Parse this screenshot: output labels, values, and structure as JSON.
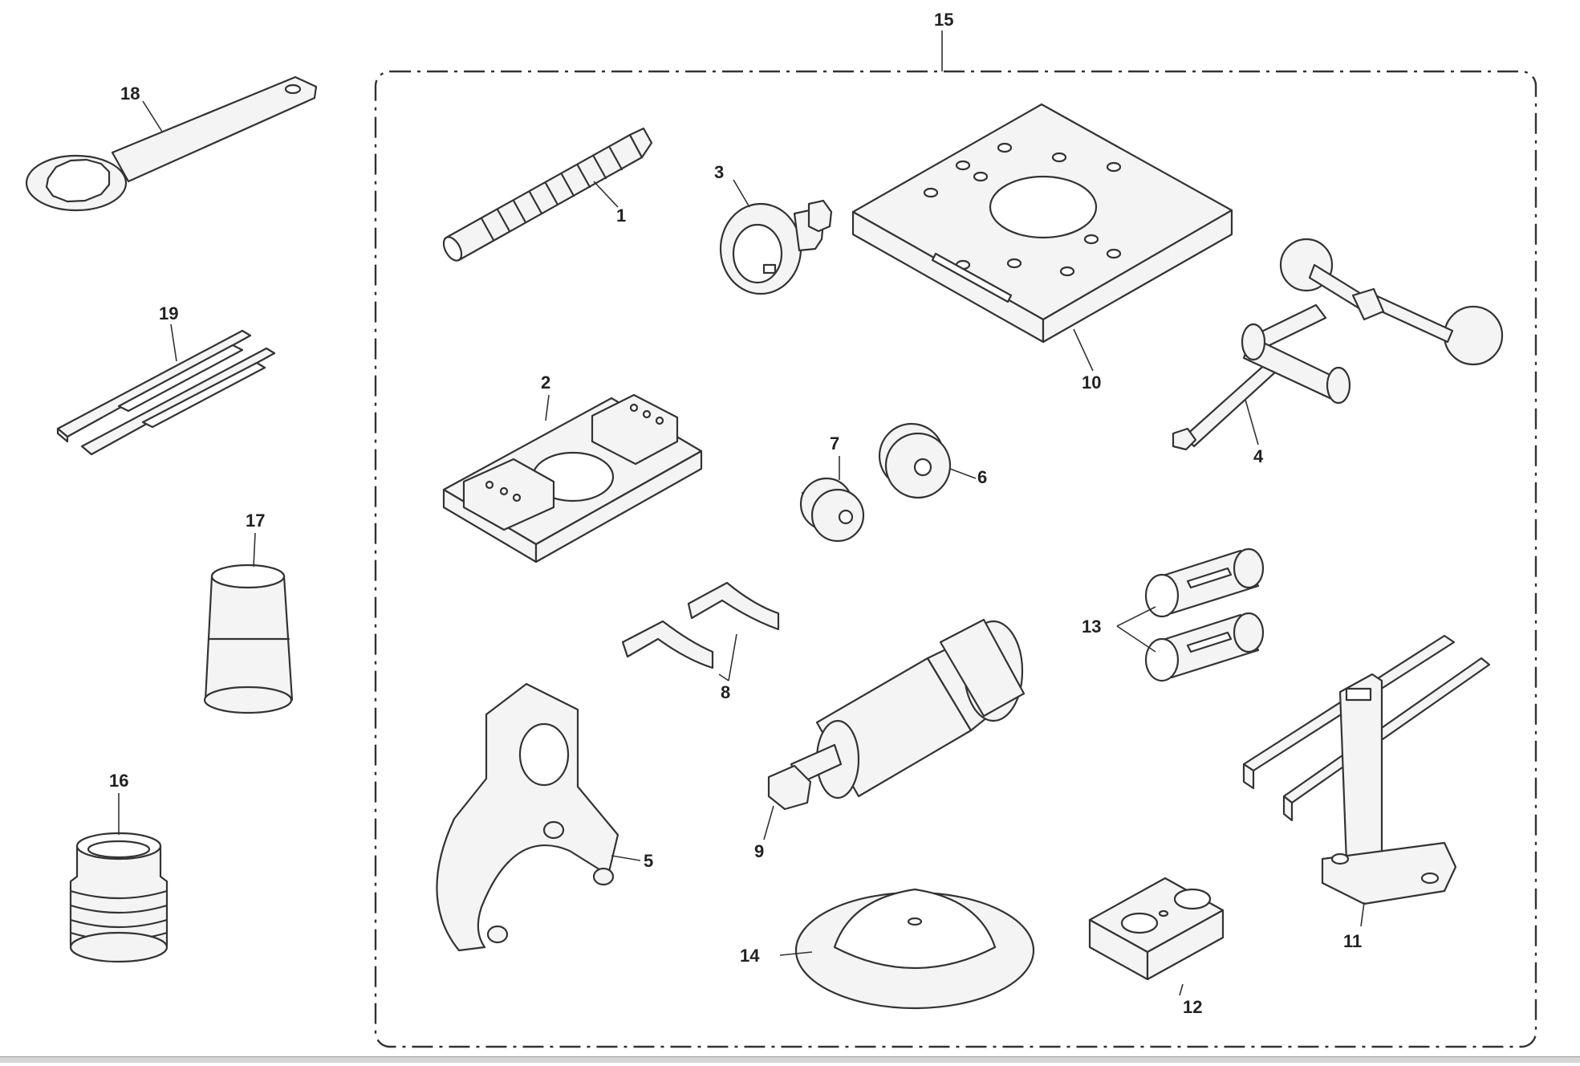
{
  "diagram": {
    "callouts": {
      "c1": "1",
      "c2": "2",
      "c3": "3",
      "c4": "4",
      "c5": "5",
      "c6": "6",
      "c7": "7",
      "c8": "8",
      "c9": "9",
      "c10": "10",
      "c11": "11",
      "c12": "12",
      "c13": "13",
      "c14": "14",
      "c15": "15",
      "c16": "16",
      "c17": "17",
      "c18": "18",
      "c19": "19"
    }
  }
}
